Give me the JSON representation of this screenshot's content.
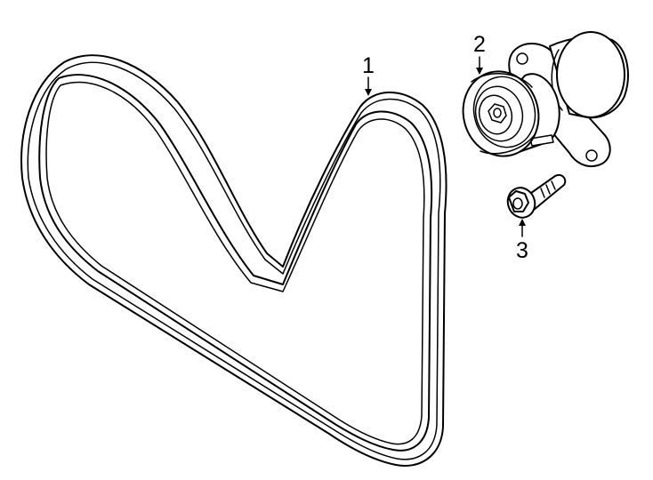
{
  "diagram": {
    "parts": [
      {
        "callout": "1",
        "name": "serpentine-belt"
      },
      {
        "callout": "2",
        "name": "belt-tensioner"
      },
      {
        "callout": "3",
        "name": "tensioner-bolt"
      }
    ]
  }
}
